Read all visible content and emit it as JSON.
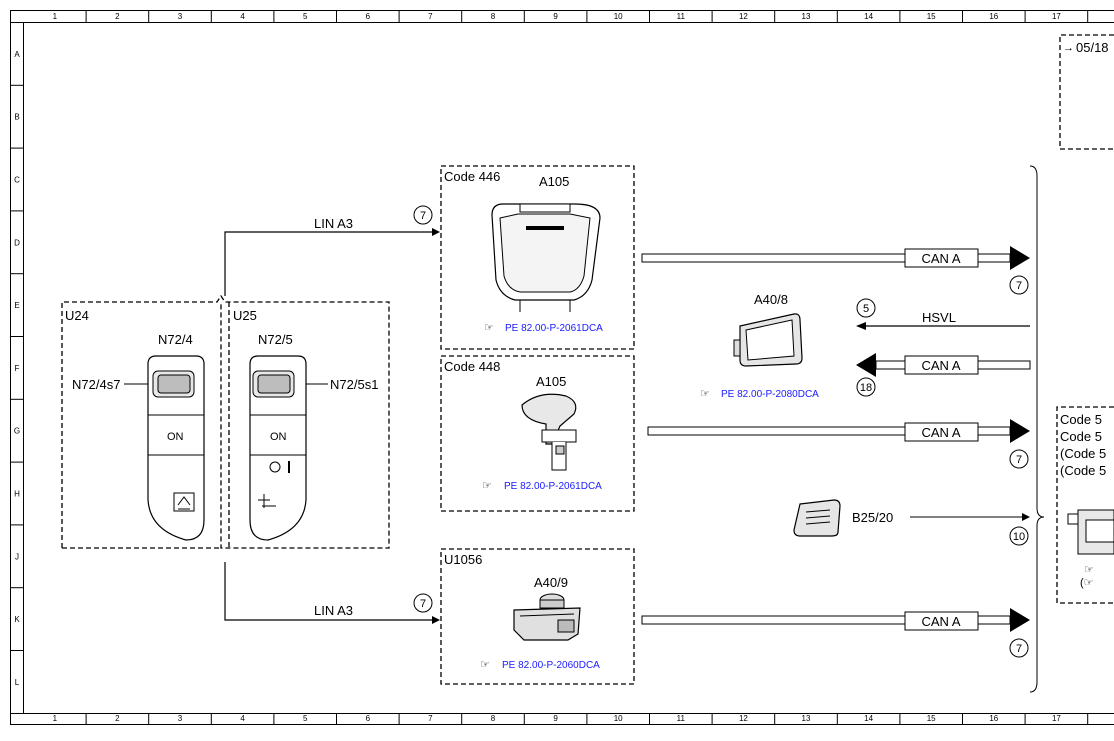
{
  "grid": {
    "columns": [
      "1",
      "2",
      "3",
      "4",
      "5",
      "6",
      "7",
      "8",
      "9",
      "10",
      "11",
      "12",
      "13",
      "14",
      "15",
      "16",
      "17"
    ],
    "rows": [
      "A",
      "B",
      "C",
      "D",
      "E",
      "F",
      "G",
      "H",
      "J",
      "K",
      "L"
    ]
  },
  "groups": {
    "u24": "U24",
    "u25": "U25",
    "code446": "Code 446",
    "code448": "Code 448",
    "u1056": "U1056"
  },
  "components": {
    "n72_4": "N72/4",
    "n72_5": "N72/5",
    "n72_4s7": "N72/4s7",
    "n72_5s1": "N72/5s1",
    "a105_top": "A105",
    "a105_mid": "A105",
    "a40_8": "A40/8",
    "a40_9": "A40/9",
    "b25_20": "B25/20",
    "on_left": "ON",
    "on_right": "ON"
  },
  "signals": {
    "lin_top": "LIN A3",
    "lin_bottom": "LIN A3",
    "can_1": "CAN A",
    "can_2": "CAN A",
    "can_3": "CAN A",
    "can_4": "CAN A",
    "hsvl": "HSVL"
  },
  "markers": {
    "m_lin_top": "7",
    "m_lin_bottom": "7",
    "m_can_1": "7",
    "m_hsvl": "5",
    "m_can_2": "18",
    "m_can_3": "7",
    "m_b25": "10",
    "m_can_4": "7"
  },
  "references": {
    "ref_446": "PE 82.00-P-2061DCA",
    "ref_a40_8": "PE 82.00-P-2080DCA",
    "ref_448": "PE 82.00-P-2061DCA",
    "ref_a40_9": "PE 82.00-P-2060DCA"
  },
  "right_panel": {
    "top_ref": "05/18",
    "codes": [
      "Code 5",
      "Code 5",
      "(Code 5",
      "(Code 5"
    ]
  }
}
